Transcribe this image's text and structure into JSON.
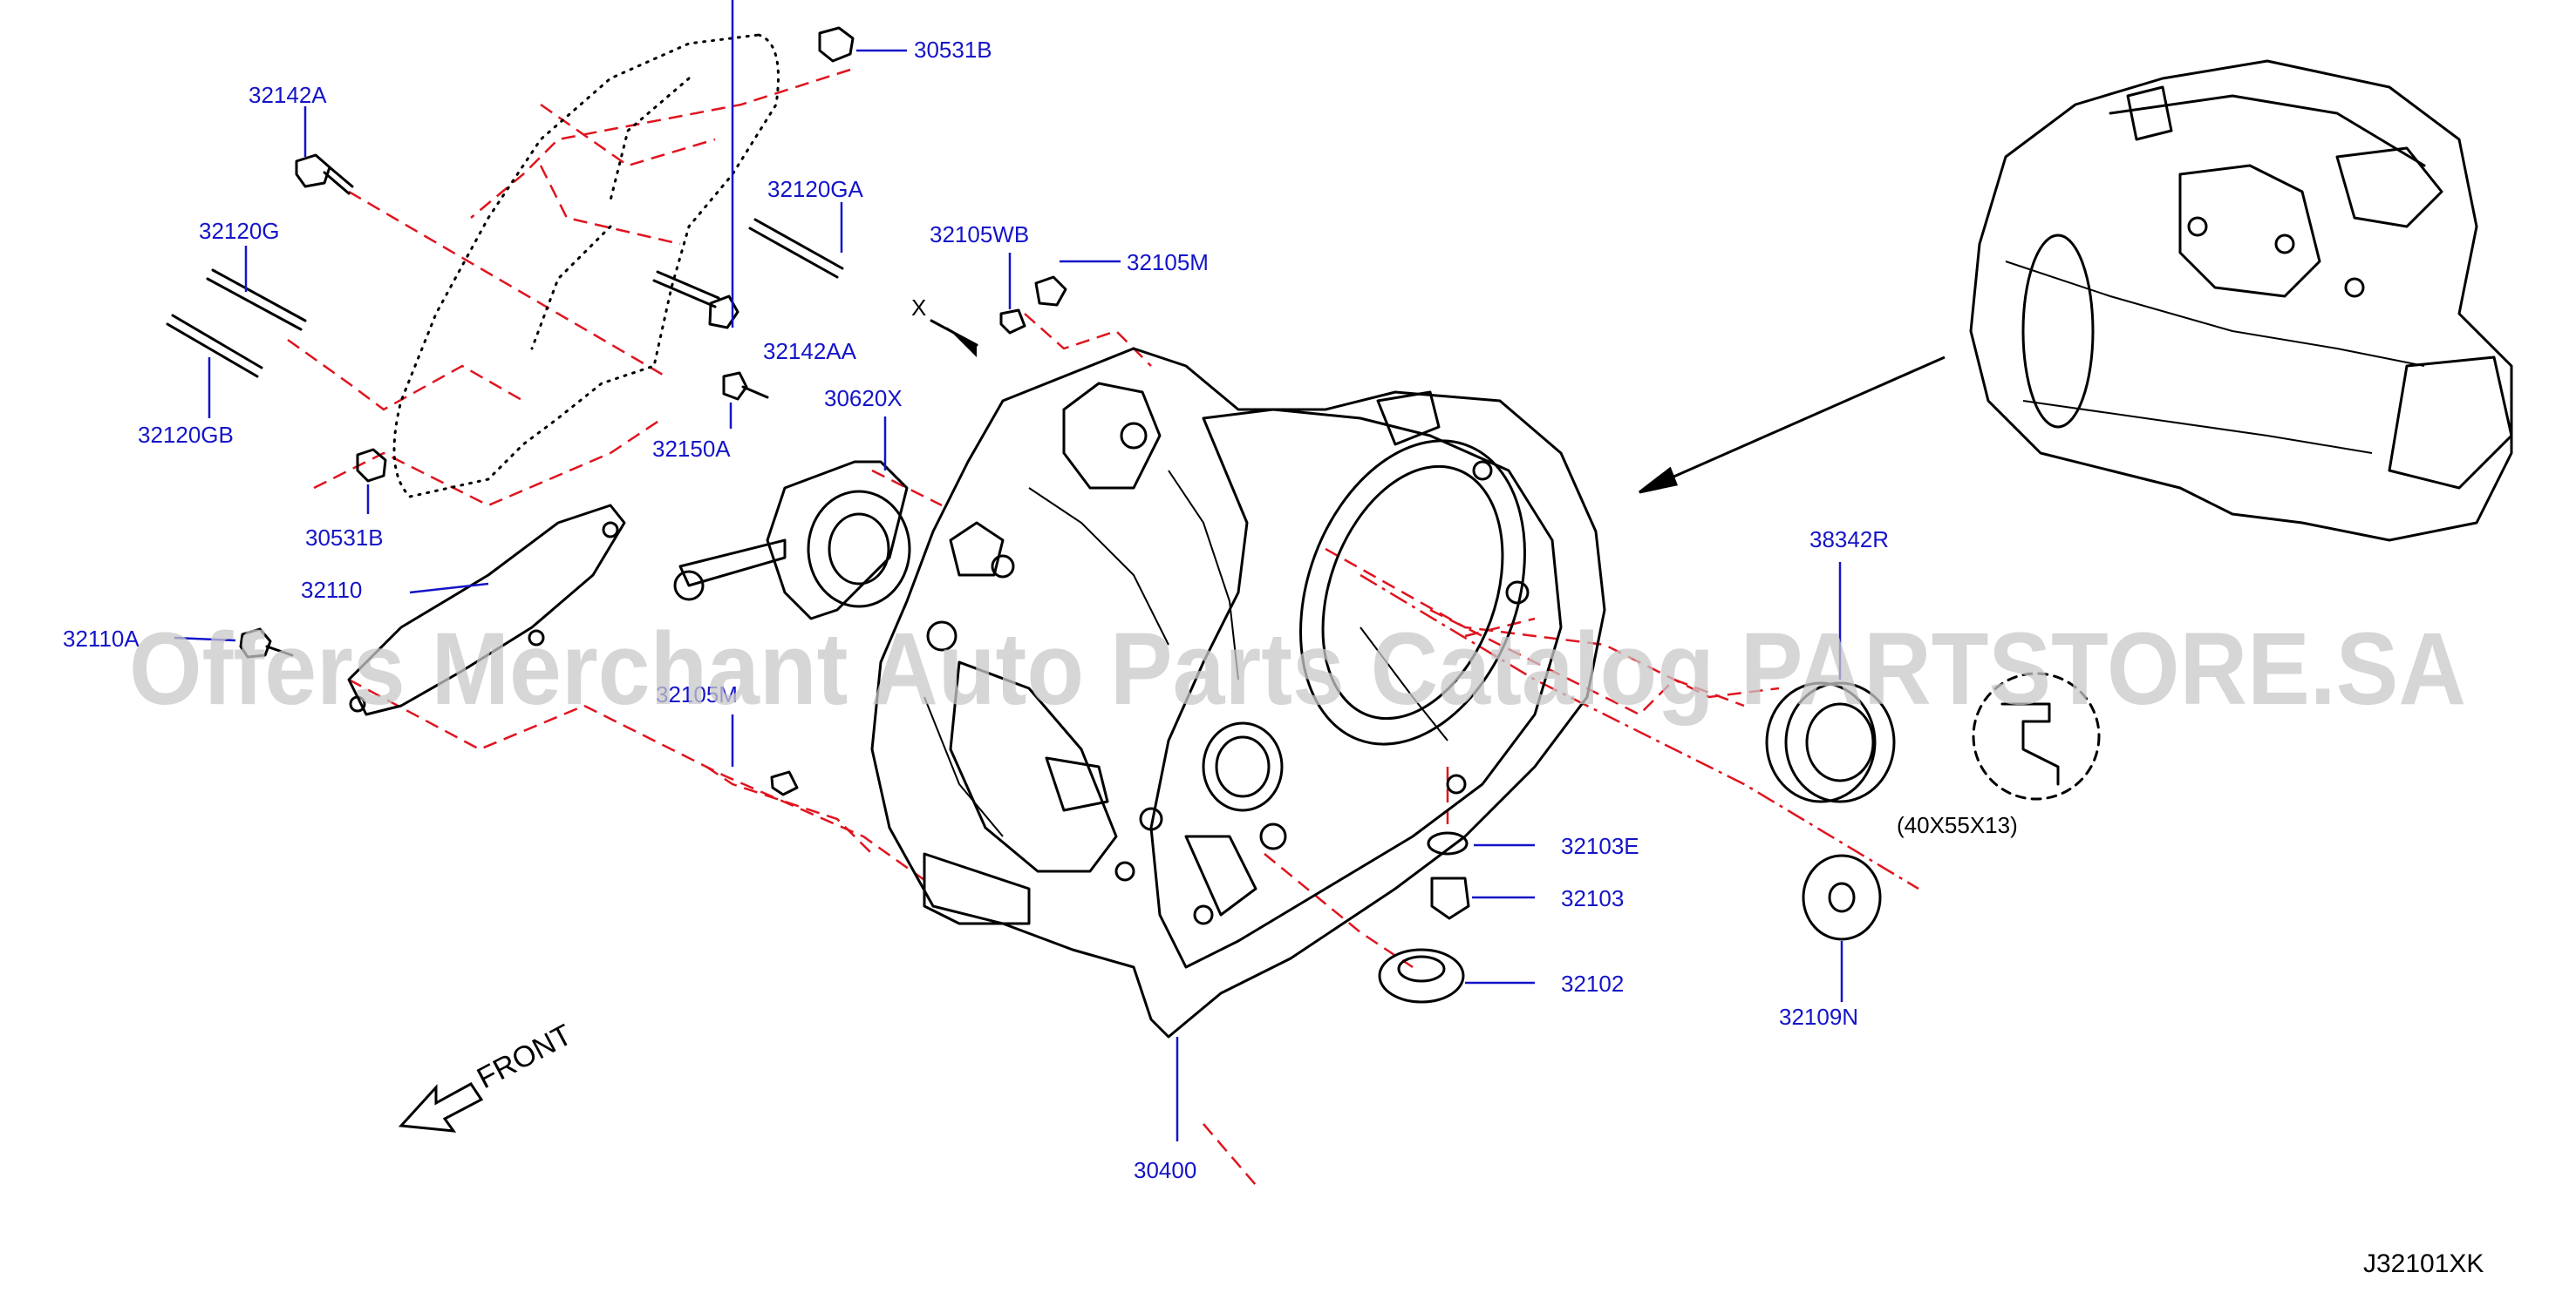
{
  "callouts": [
    {
      "id": "30531B_top",
      "text": "30531B"
    },
    {
      "id": "32142A",
      "text": "32142A"
    },
    {
      "id": "32120GA",
      "text": "32120GA"
    },
    {
      "id": "32120G",
      "text": "32120G"
    },
    {
      "id": "32105WB",
      "text": "32105WB"
    },
    {
      "id": "32105M",
      "text": "32105M"
    },
    {
      "id": "32142AA",
      "text": "32142AA"
    },
    {
      "id": "32120GB",
      "text": "32120GB"
    },
    {
      "id": "30620X",
      "text": "30620X"
    },
    {
      "id": "32150A",
      "text": "32150A"
    },
    {
      "id": "30531B_bottom",
      "text": "30531B"
    },
    {
      "id": "32110",
      "text": "32110"
    },
    {
      "id": "32110A",
      "text": "32110A"
    },
    {
      "id": "32105M_low",
      "text": "32105M"
    },
    {
      "id": "38342R",
      "text": "38342R"
    },
    {
      "id": "32103E",
      "text": "32103E"
    },
    {
      "id": "32103",
      "text": "32103"
    },
    {
      "id": "32102",
      "text": "32102"
    },
    {
      "id": "32109N",
      "text": "32109N"
    },
    {
      "id": "30400",
      "text": "30400"
    }
  ],
  "annotations": {
    "x_mark": "X",
    "seal_size": "(40X55X13)",
    "front": "FRONT",
    "diagram_code": "J32101XK"
  },
  "watermark": "Offers Merchant Auto Parts Catalog PARTSTORE.SA",
  "colors": {
    "callout_text": "#1414c8",
    "leader_line": "#1414c8",
    "dashed_line": "#e0141e",
    "line_art": "#000000",
    "watermark": "#c9c9c9"
  }
}
